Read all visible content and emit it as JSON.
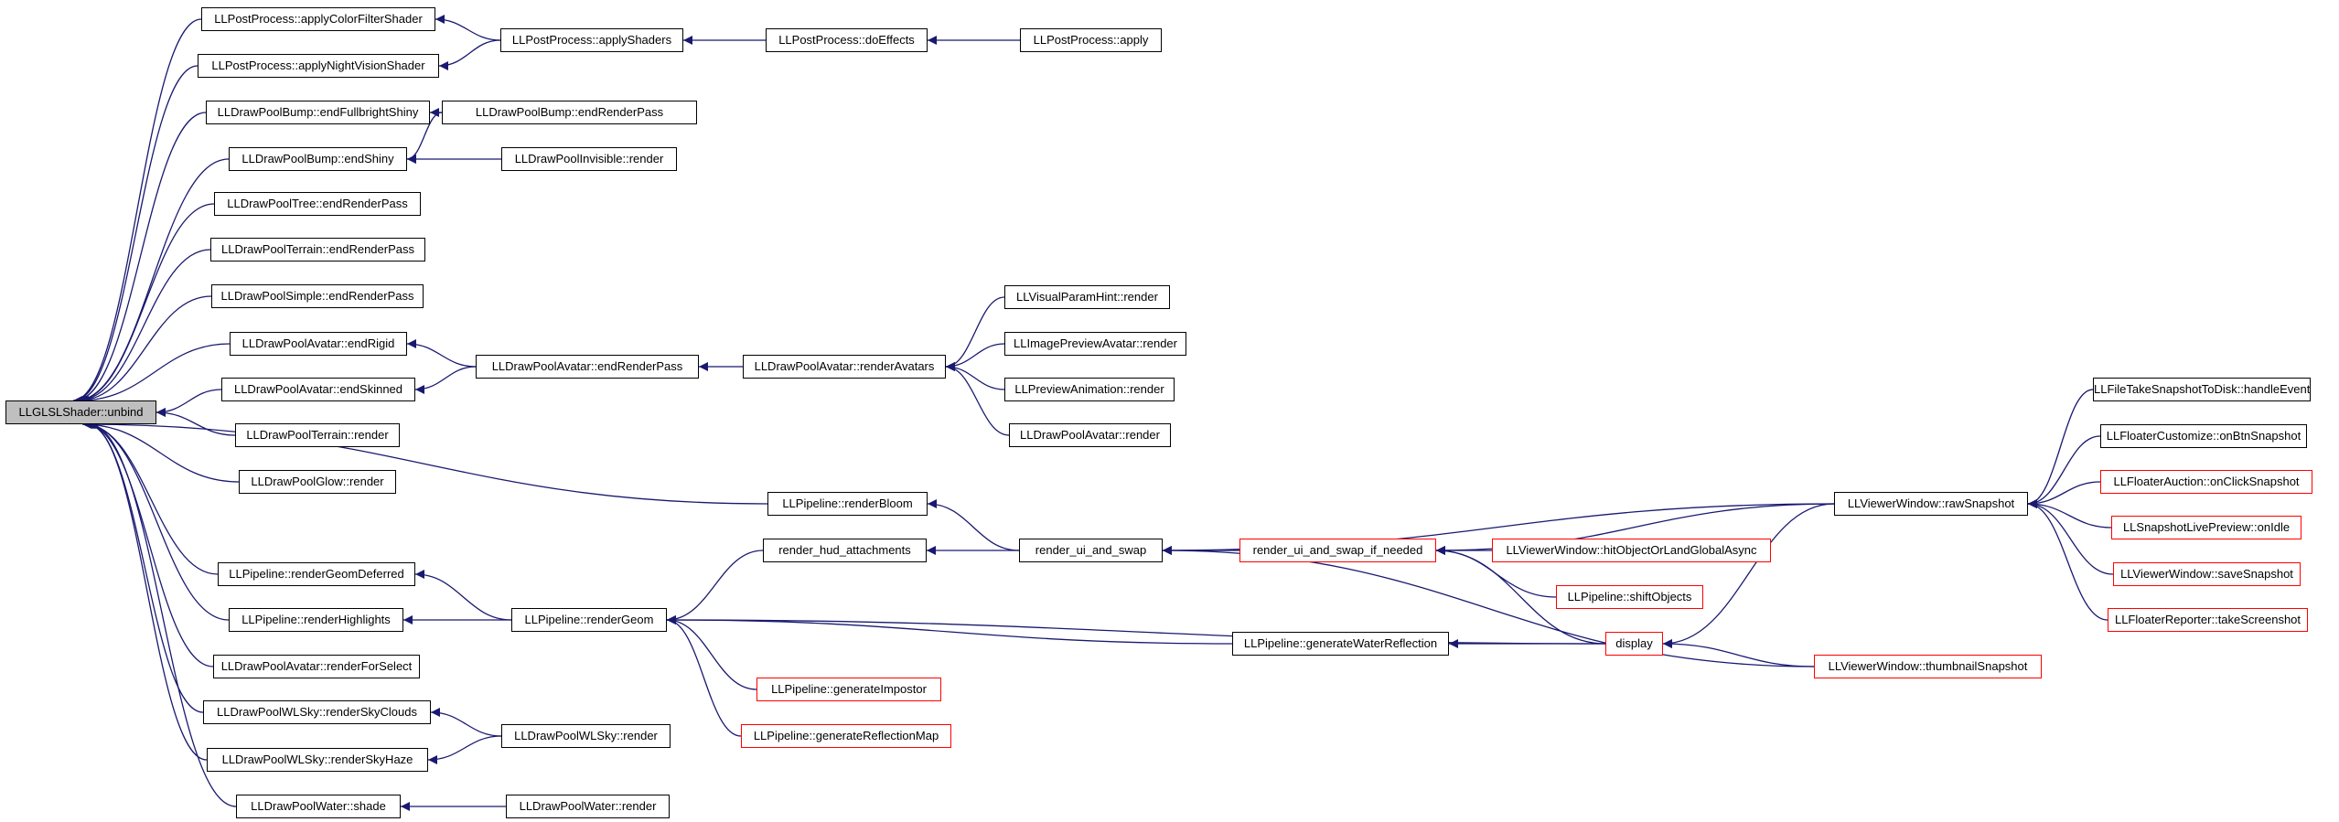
{
  "graph": {
    "nodes": [
      {
        "id": "n0",
        "label": "LLGLSLShader::unbind",
        "root": true
      },
      {
        "id": "n1",
        "label": "LLPostProcess::applyColorFilterShader"
      },
      {
        "id": "n2",
        "label": "LLPostProcess::applyNightVisionShader"
      },
      {
        "id": "n3",
        "label": "LLDrawPoolBump::endFullbrightShiny"
      },
      {
        "id": "n4",
        "label": "LLDrawPoolBump::endShiny"
      },
      {
        "id": "n5",
        "label": "LLDrawPoolTree::endRenderPass"
      },
      {
        "id": "n6",
        "label": "LLDrawPoolTerrain::endRenderPass"
      },
      {
        "id": "n7",
        "label": "LLDrawPoolSimple::endRenderPass"
      },
      {
        "id": "n8",
        "label": "LLDrawPoolAvatar::endRigid"
      },
      {
        "id": "n9",
        "label": "LLDrawPoolAvatar::endSkinned"
      },
      {
        "id": "n10",
        "label": "LLDrawPoolTerrain::render"
      },
      {
        "id": "n11",
        "label": "LLDrawPoolGlow::render"
      },
      {
        "id": "n12",
        "label": "LLPipeline::renderGeomDeferred"
      },
      {
        "id": "n13",
        "label": "LLPipeline::renderHighlights"
      },
      {
        "id": "n14",
        "label": "LLDrawPoolAvatar::renderForSelect"
      },
      {
        "id": "n15",
        "label": "LLDrawPoolWLSky::renderSkyClouds"
      },
      {
        "id": "n16",
        "label": "LLDrawPoolWLSky::renderSkyHaze"
      },
      {
        "id": "n17",
        "label": "LLDrawPoolWater::shade"
      },
      {
        "id": "n18",
        "label": "LLPostProcess::applyShaders"
      },
      {
        "id": "n19",
        "label": "LLPostProcess::doEffects"
      },
      {
        "id": "n20",
        "label": "LLPostProcess::apply"
      },
      {
        "id": "n21",
        "label": "LLDrawPoolBump::endRenderPass"
      },
      {
        "id": "n22",
        "label": "LLDrawPoolInvisible::render"
      },
      {
        "id": "n23",
        "label": "LLDrawPoolAvatar::endRenderPass"
      },
      {
        "id": "n24",
        "label": "LLDrawPoolAvatar::renderAvatars"
      },
      {
        "id": "n25",
        "label": "LLVisualParamHint::render"
      },
      {
        "id": "n26",
        "label": "LLImagePreviewAvatar::render"
      },
      {
        "id": "n27",
        "label": "LLPreviewAnimation::render"
      },
      {
        "id": "n28",
        "label": "LLDrawPoolAvatar::render"
      },
      {
        "id": "n29",
        "label": "LLPipeline::renderBloom"
      },
      {
        "id": "n30",
        "label": "render_hud_attachments"
      },
      {
        "id": "n31",
        "label": "render_ui_and_swap"
      },
      {
        "id": "n32",
        "label": "render_ui_and_swap_if_needed",
        "red": true
      },
      {
        "id": "n33",
        "label": "LLViewerWindow::hitObjectOrLandGlobalAsync",
        "red": true
      },
      {
        "id": "n34",
        "label": "LLPipeline::shiftObjects",
        "red": true
      },
      {
        "id": "n35",
        "label": "LLPipeline::renderGeom"
      },
      {
        "id": "n36",
        "label": "LLPipeline::generateWaterReflection"
      },
      {
        "id": "n37",
        "label": "display",
        "red": true
      },
      {
        "id": "n38",
        "label": "LLPipeline::generateImpostor",
        "red": true
      },
      {
        "id": "n39",
        "label": "LLPipeline::generateReflectionMap",
        "red": true
      },
      {
        "id": "n40",
        "label": "LLDrawPoolWLSky::render"
      },
      {
        "id": "n41",
        "label": "LLDrawPoolWater::render"
      },
      {
        "id": "n42",
        "label": "LLViewerWindow::rawSnapshot"
      },
      {
        "id": "n43",
        "label": "LLViewerWindow::thumbnailSnapshot",
        "red": true
      },
      {
        "id": "n44",
        "label": "LLFileTakeSnapshotToDisk::handleEvent"
      },
      {
        "id": "n45",
        "label": "LLFloaterCustomize::onBtnSnapshot"
      },
      {
        "id": "n46",
        "label": "LLFloaterAuction::onClickSnapshot",
        "red": true
      },
      {
        "id": "n47",
        "label": "LLSnapshotLivePreview::onIdle",
        "red": true
      },
      {
        "id": "n48",
        "label": "LLViewerWindow::saveSnapshot",
        "red": true
      },
      {
        "id": "n49",
        "label": "LLFloaterReporter::takeScreenshot",
        "red": true
      }
    ],
    "edges": [
      {
        "from": "n1",
        "to": "n0"
      },
      {
        "from": "n2",
        "to": "n0"
      },
      {
        "from": "n3",
        "to": "n0"
      },
      {
        "from": "n4",
        "to": "n0"
      },
      {
        "from": "n5",
        "to": "n0"
      },
      {
        "from": "n6",
        "to": "n0"
      },
      {
        "from": "n7",
        "to": "n0"
      },
      {
        "from": "n8",
        "to": "n0"
      },
      {
        "from": "n9",
        "to": "n0"
      },
      {
        "from": "n10",
        "to": "n0"
      },
      {
        "from": "n11",
        "to": "n0"
      },
      {
        "from": "n29",
        "to": "n0"
      },
      {
        "from": "n12",
        "to": "n0"
      },
      {
        "from": "n13",
        "to": "n0"
      },
      {
        "from": "n14",
        "to": "n0"
      },
      {
        "from": "n15",
        "to": "n0"
      },
      {
        "from": "n16",
        "to": "n0"
      },
      {
        "from": "n17",
        "to": "n0"
      },
      {
        "from": "n18",
        "to": "n1"
      },
      {
        "from": "n18",
        "to": "n2"
      },
      {
        "from": "n19",
        "to": "n18"
      },
      {
        "from": "n20",
        "to": "n19"
      },
      {
        "from": "n21",
        "to": "n3"
      },
      {
        "from": "n21",
        "to": "n4"
      },
      {
        "from": "n22",
        "to": "n4"
      },
      {
        "from": "n23",
        "to": "n8"
      },
      {
        "from": "n23",
        "to": "n9"
      },
      {
        "from": "n24",
        "to": "n23"
      },
      {
        "from": "n25",
        "to": "n24"
      },
      {
        "from": "n26",
        "to": "n24"
      },
      {
        "from": "n27",
        "to": "n24"
      },
      {
        "from": "n28",
        "to": "n24"
      },
      {
        "from": "n31",
        "to": "n29"
      },
      {
        "from": "n31",
        "to": "n30"
      },
      {
        "from": "n32",
        "to": "n31"
      },
      {
        "from": "n42",
        "to": "n31"
      },
      {
        "from": "n43",
        "to": "n31"
      },
      {
        "from": "n33",
        "to": "n32"
      },
      {
        "from": "n34",
        "to": "n32"
      },
      {
        "from": "n37",
        "to": "n32"
      },
      {
        "from": "n42",
        "to": "n32"
      },
      {
        "from": "n30",
        "to": "n35"
      },
      {
        "from": "n35",
        "to": "n12"
      },
      {
        "from": "n35",
        "to": "n13"
      },
      {
        "from": "n36",
        "to": "n35"
      },
      {
        "from": "n37",
        "to": "n35"
      },
      {
        "from": "n38",
        "to": "n35"
      },
      {
        "from": "n39",
        "to": "n35"
      },
      {
        "from": "n37",
        "to": "n36"
      },
      {
        "from": "n42",
        "to": "n37"
      },
      {
        "from": "n43",
        "to": "n37"
      },
      {
        "from": "n40",
        "to": "n15"
      },
      {
        "from": "n40",
        "to": "n16"
      },
      {
        "from": "n41",
        "to": "n17"
      },
      {
        "from": "n44",
        "to": "n42"
      },
      {
        "from": "n45",
        "to": "n42"
      },
      {
        "from": "n46",
        "to": "n42"
      },
      {
        "from": "n47",
        "to": "n42"
      },
      {
        "from": "n48",
        "to": "n42"
      },
      {
        "from": "n49",
        "to": "n42"
      }
    ]
  },
  "colors": {
    "edge": "#191970",
    "node_border": "#000000",
    "highlight_border": "#ff0000",
    "root_fill": "#bfbfbf"
  }
}
